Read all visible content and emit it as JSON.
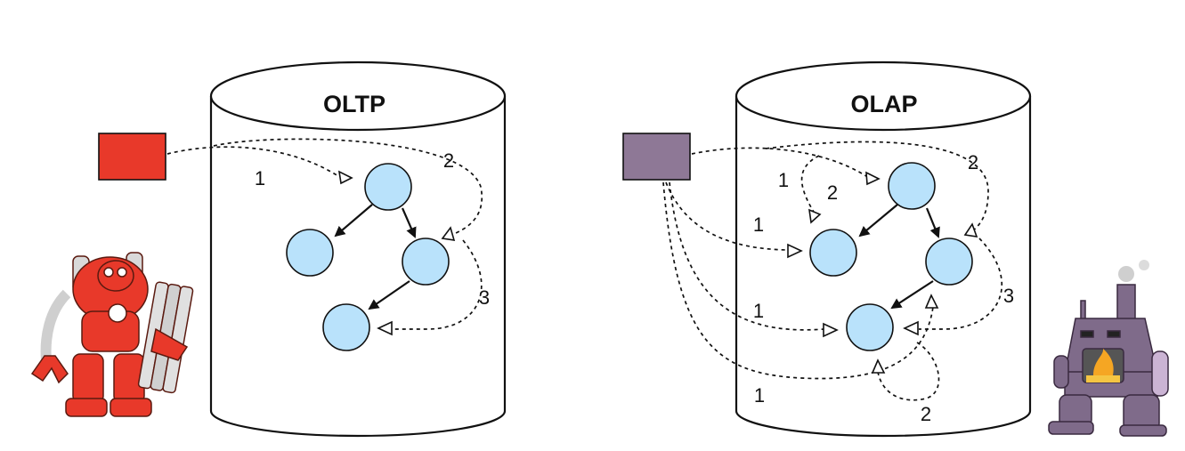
{
  "databases": [
    {
      "title": "OLTP",
      "client_color": "#e8392a",
      "step_labels": [
        "1",
        "2",
        "3"
      ]
    },
    {
      "title": "OLAP",
      "client_color": "#8e7896",
      "step_labels": [
        "1",
        "2",
        "2",
        "1",
        "1",
        "3",
        "1",
        "2"
      ]
    }
  ],
  "node_color": "#b9e2fb",
  "characters": [
    {
      "name": "red-robot",
      "color": "#e8392a"
    },
    {
      "name": "purple-furnace",
      "color": "#7f6b8a"
    }
  ]
}
